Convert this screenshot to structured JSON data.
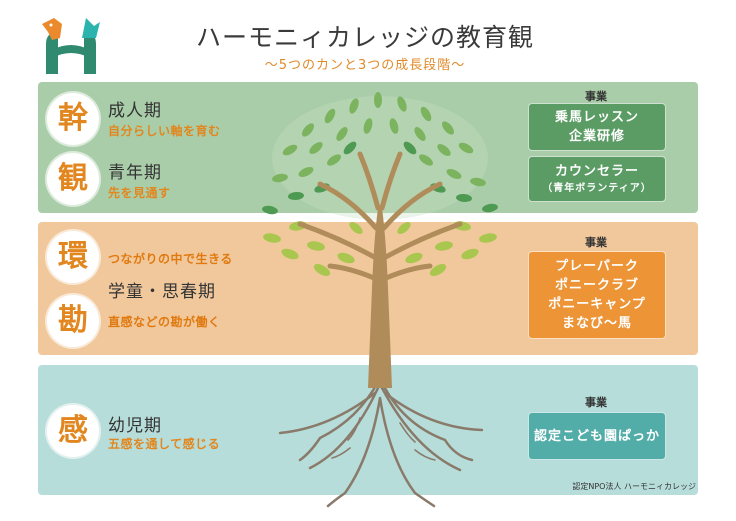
{
  "header": {
    "title": "ハーモニィカレッジの教育観",
    "subtitle": "〜5つのカンと3つの成長段階〜"
  },
  "colors": {
    "green_band": "#a9cda8",
    "orange_band": "#f1c89c",
    "teal_band": "#b6ddda",
    "accent_orange": "#e2871f"
  },
  "stages": {
    "green": {
      "kan1": {
        "kanji": "幹",
        "name": "成人期",
        "desc": "自分らしい軸を育む"
      },
      "kan2": {
        "kanji": "観",
        "name": "青年期",
        "desc": "先を見通す"
      },
      "business_label": "事業",
      "business_items": [
        {
          "lines": [
            "乗馬レッスン",
            "企業研修"
          ]
        },
        {
          "line1": "カウンセラー",
          "line2": "（青年ボランティア）"
        }
      ]
    },
    "orange": {
      "kan1": {
        "kanji": "環",
        "desc": "つながりの中で生きる"
      },
      "name": "学童・思春期",
      "kan2": {
        "kanji": "勘",
        "desc": "直感などの勘が働く"
      },
      "business_label": "事業",
      "business_items": [
        "プレーパーク",
        "ポニークラブ",
        "ポニーキャンプ",
        "まなび〜馬"
      ]
    },
    "teal": {
      "kan1": {
        "kanji": "感",
        "name": "幼児期",
        "desc": "五感を通して感じる"
      },
      "business_label": "事業",
      "business_items": [
        "認定こども園ぱっか"
      ]
    }
  },
  "footer": {
    "credit": "認定NPO法人 ハーモニィカレッジ"
  }
}
